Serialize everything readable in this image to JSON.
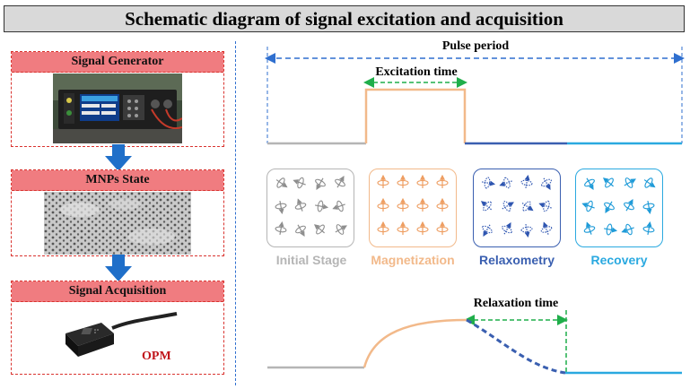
{
  "title": "Schematic diagram of signal excitation and acquisition",
  "left_panels": [
    {
      "header": "Signal Generator",
      "content": "signal-generator-photo"
    },
    {
      "header": "MNPs State",
      "content": "mnp-micrograph"
    },
    {
      "header": "Signal Acquisition",
      "content": "opm-sensor-photo"
    }
  ],
  "opm_label": "OPM",
  "timeline": {
    "pulse_period_label": "Pulse period",
    "excitation_time_label": "Excitation time",
    "relaxation_time_label": "Relaxation time"
  },
  "stages": [
    {
      "label": "Initial Stage",
      "color": "#b5b5b5"
    },
    {
      "label": "Magnetization",
      "color": "#f2b98a"
    },
    {
      "label": "Relaxometry",
      "color": "#3a5fb0"
    },
    {
      "label": "Recovery",
      "color": "#2aa9e0"
    }
  ],
  "colors": {
    "panel_border": "#d9332f",
    "panel_header_fill": "#f07c80",
    "arrow_blue": "#1f6fc9",
    "dashed_blue": "#2f6fcf",
    "dashed_green": "#1fae4a"
  },
  "icons": [
    "down-arrow-icon",
    "double-arrow-icon",
    "magnetic-particle-icon"
  ]
}
